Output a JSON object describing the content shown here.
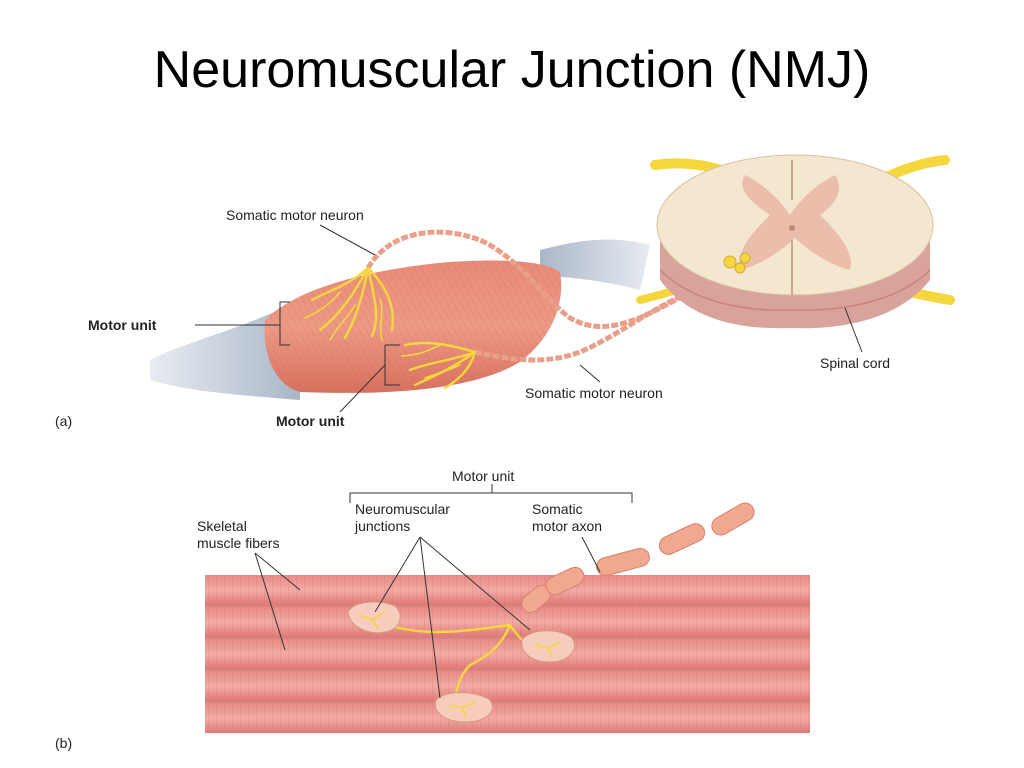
{
  "title": "Neuromuscular Junction (NMJ)",
  "panel_a": {
    "tag": "(a)",
    "labels": {
      "somatic_motor_neuron_top": "Somatic motor neuron",
      "motor_unit_left": "Motor unit",
      "motor_unit_bottom": "Motor unit",
      "somatic_motor_neuron_bottom": "Somatic motor neuron",
      "spinal_cord": "Spinal cord"
    }
  },
  "panel_b": {
    "tag": "(b)",
    "labels": {
      "motor_unit": "Motor unit",
      "skeletal_line1": "Skeletal",
      "skeletal_line2": "muscle fibers",
      "nmj_line1": "Neuromuscular",
      "nmj_line2": "junctions",
      "axon_line1": "Somatic",
      "axon_line2": "motor axon"
    }
  },
  "colors": {
    "muscle": "#e8806e",
    "nerve": "#f5d63c",
    "spinal_white": "#f3e6cf",
    "spinal_gray": "#eab8a6",
    "myelin": "#f0a890"
  }
}
